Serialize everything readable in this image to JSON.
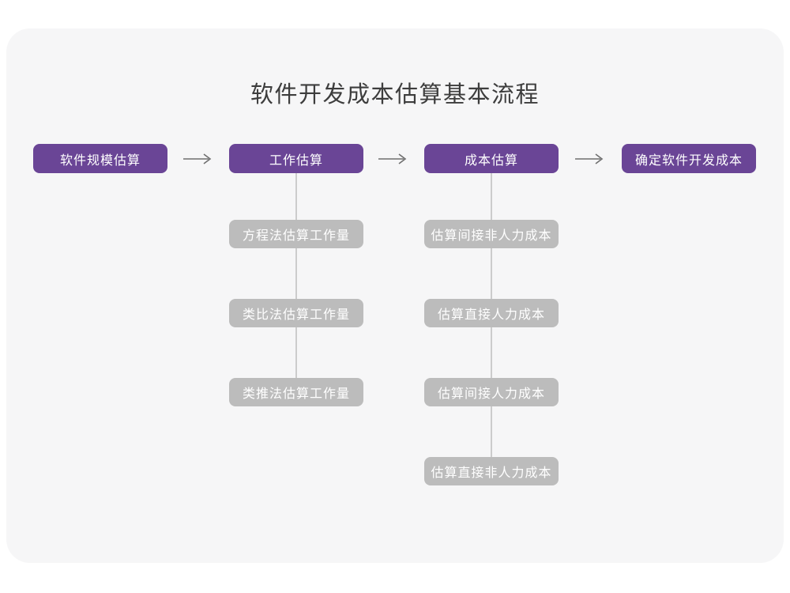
{
  "title": "软件开发成本估算基本流程",
  "colors": {
    "page_background": "#ffffff",
    "panel_background": "#f6f6f7",
    "primary_node": "#6a4596",
    "secondary_node": "#bcbcbc",
    "connector": "#cccccc",
    "arrow": "#6f6f6f",
    "title_text": "#3d3d3d",
    "node_text": "#ffffff"
  },
  "flow": {
    "main_steps": [
      {
        "label": "软件规模估算"
      },
      {
        "label": "工作估算"
      },
      {
        "label": "成本估算"
      },
      {
        "label": "确定软件开发成本"
      }
    ],
    "work_substeps": [
      {
        "label": "方程法估算工作量"
      },
      {
        "label": "类比法估算工作量"
      },
      {
        "label": "类推法估算工作量"
      }
    ],
    "cost_substeps": [
      {
        "label": "估算间接非人力成本"
      },
      {
        "label": "估算直接人力成本"
      },
      {
        "label": "估算间接人力成本"
      },
      {
        "label": "估算直接非人力成本"
      }
    ]
  }
}
